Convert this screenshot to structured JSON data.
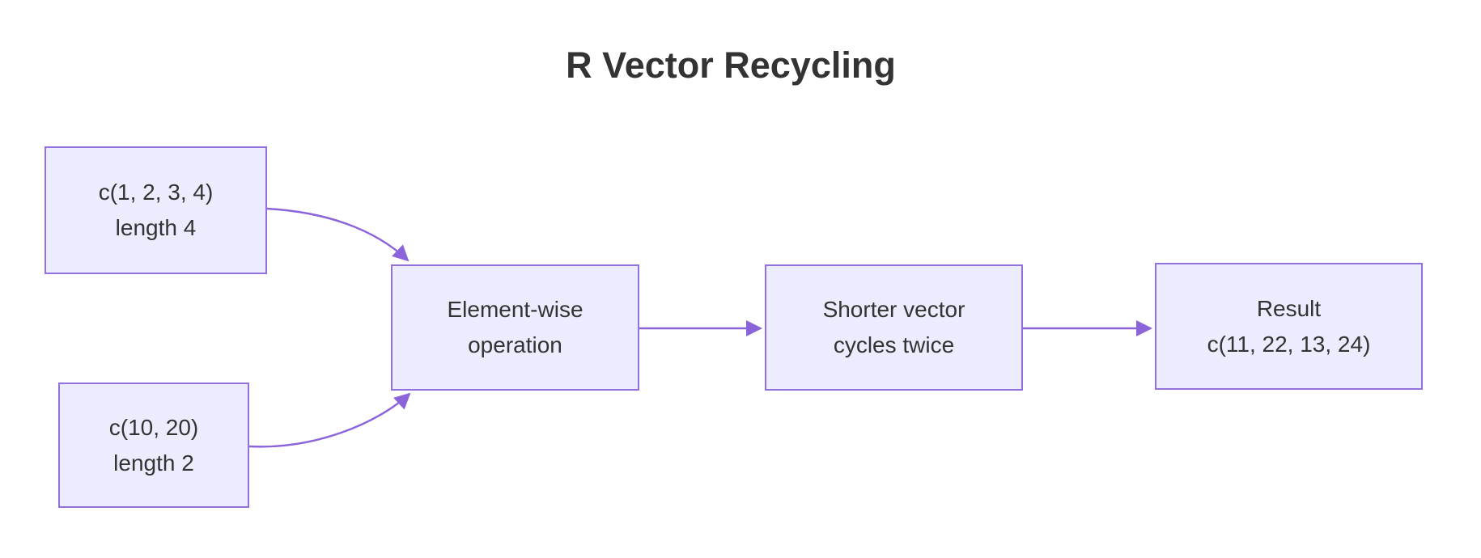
{
  "title": "R Vector Recycling",
  "colors": {
    "background": "#FFFFFF",
    "node_fill": "#ECECFF",
    "node_border": "#9370DB",
    "edge": "#8C64DA",
    "text": "#333333"
  },
  "nodes": [
    {
      "id": "vec-long",
      "lines": [
        "c(1, 2, 3, 4)",
        "length 4"
      ]
    },
    {
      "id": "vec-short",
      "lines": [
        "c(10, 20)",
        "length 2"
      ]
    },
    {
      "id": "operation",
      "lines": [
        "Element-wise",
        "operation"
      ]
    },
    {
      "id": "recycle",
      "lines": [
        "Shorter vector",
        "cycles twice"
      ]
    },
    {
      "id": "result",
      "lines": [
        "Result",
        "c(11, 22, 13, 24)"
      ]
    }
  ],
  "edges": [
    {
      "from": "vec-long",
      "to": "operation"
    },
    {
      "from": "vec-short",
      "to": "operation"
    },
    {
      "from": "operation",
      "to": "recycle"
    },
    {
      "from": "recycle",
      "to": "result"
    }
  ]
}
